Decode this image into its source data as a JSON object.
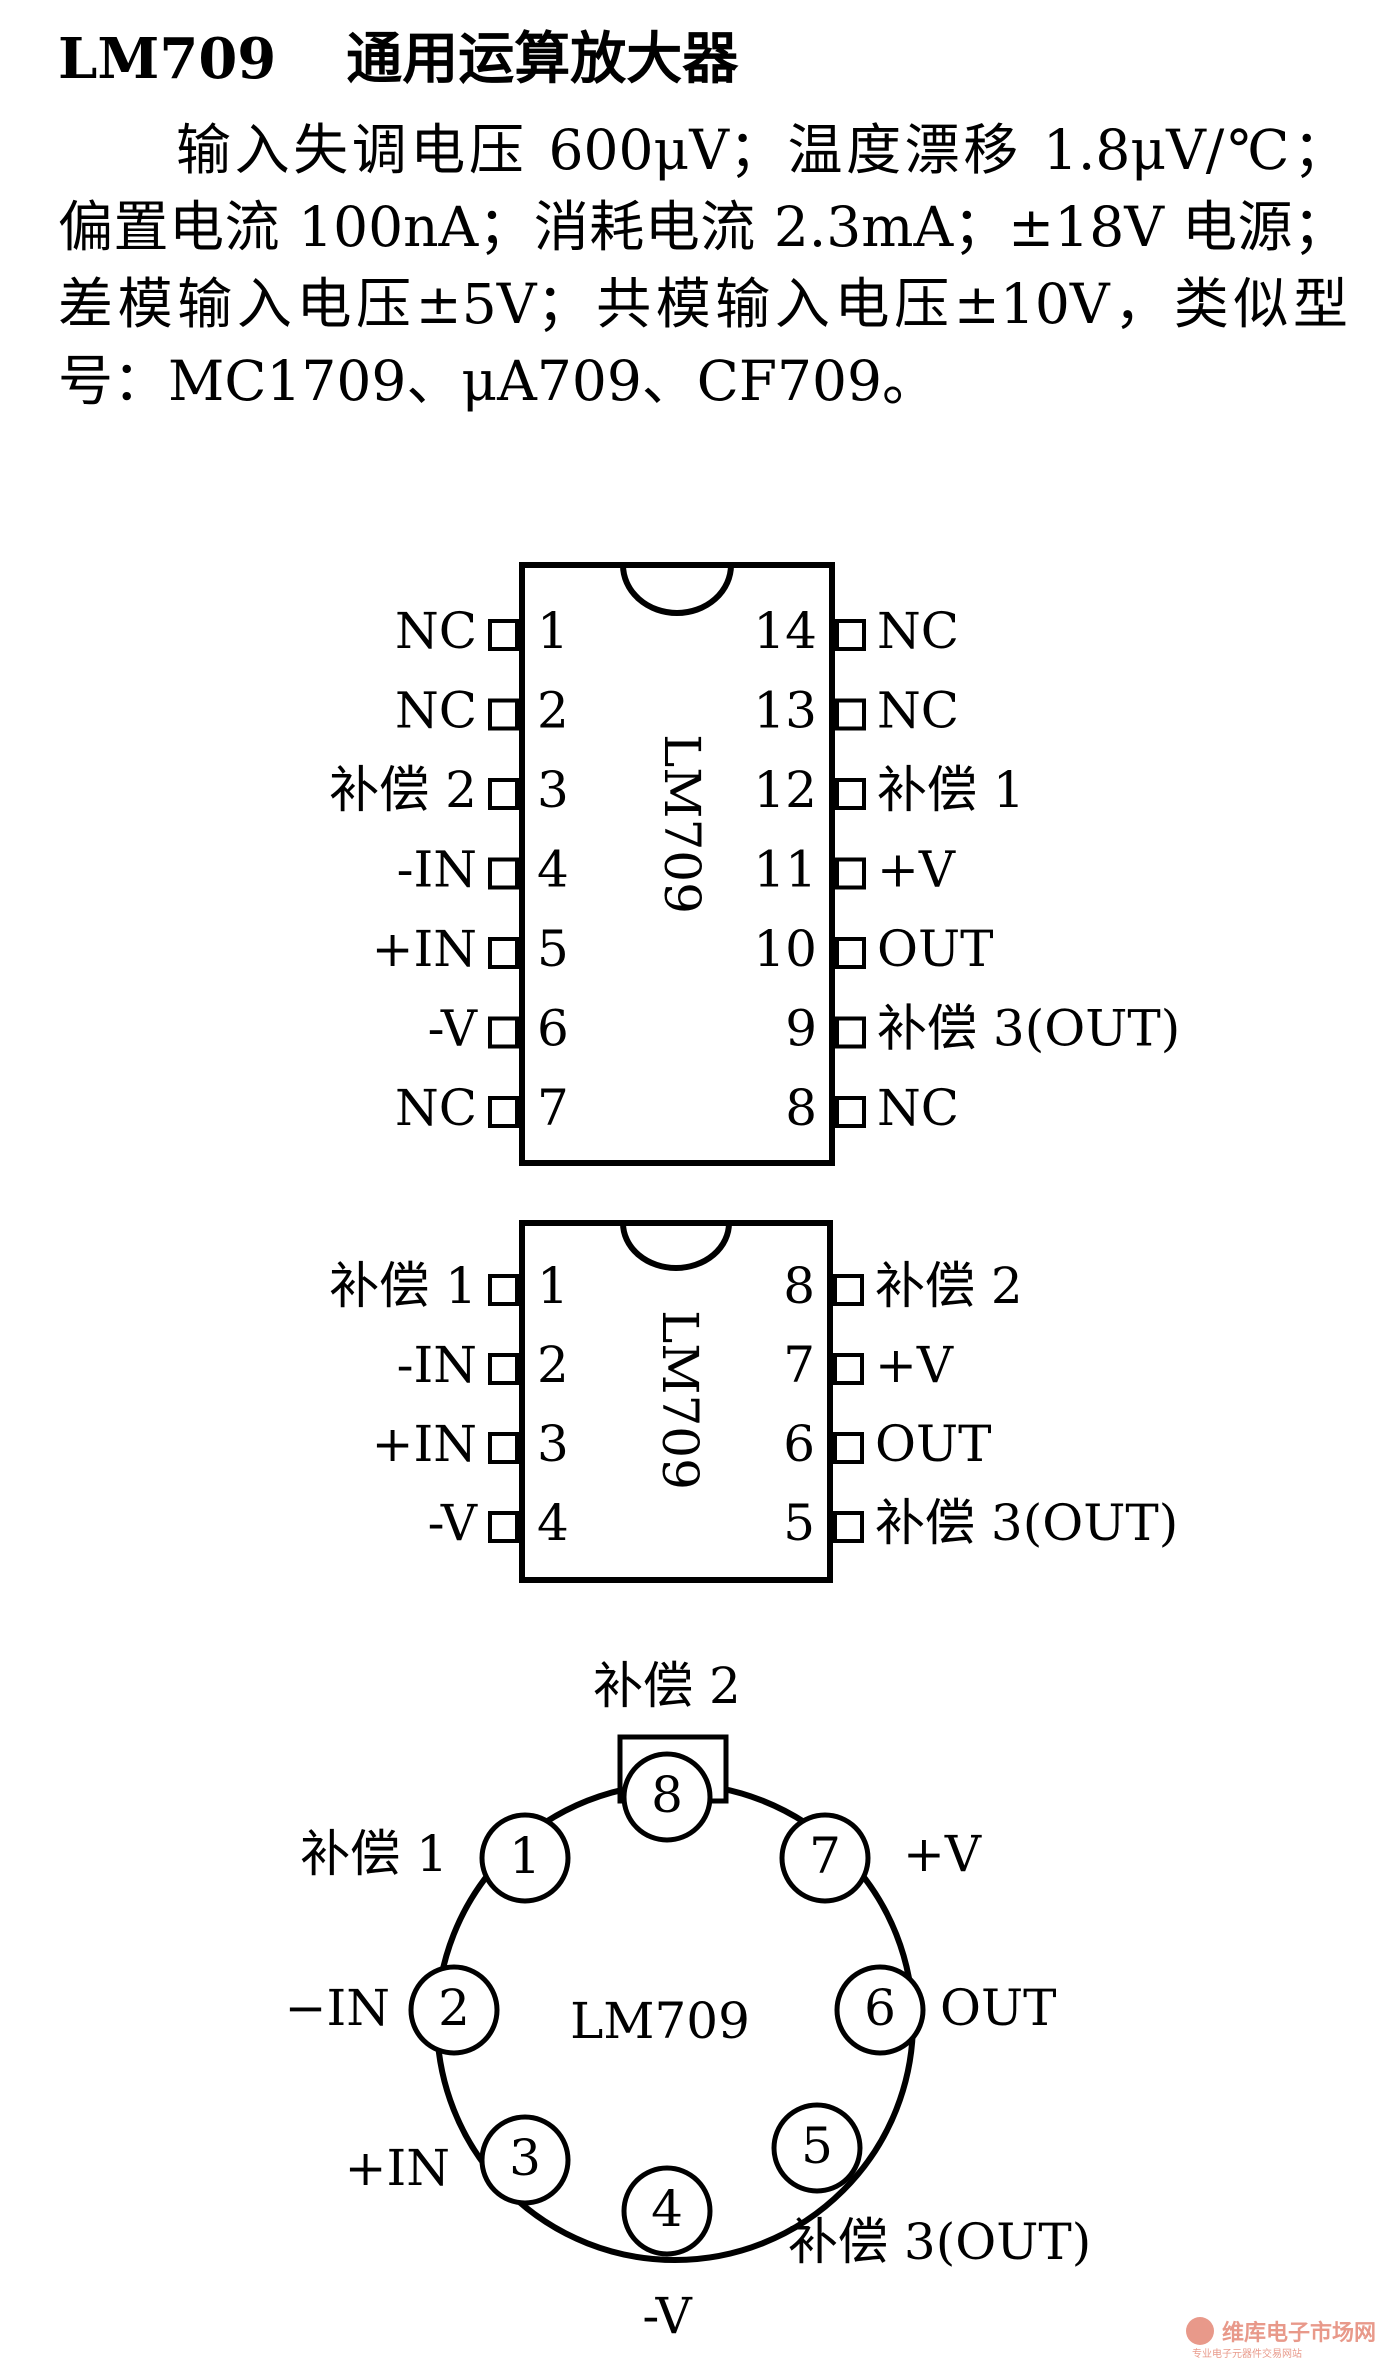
{
  "title": {
    "part": "LM709",
    "name": "通用运算放大器"
  },
  "description": "输入失调电压 600μV；温度漂移 1.8μV/℃；偏置电流 100nA；消耗电流 2.3mA；±18V 电源；差模输入电压±5V；共模输入电压±10V，类似型号：MC1709、μA709、CF709。",
  "dip14": {
    "chip_label": "LM709",
    "left_pins": [
      {
        "num": "1",
        "label": "NC"
      },
      {
        "num": "2",
        "label": "NC"
      },
      {
        "num": "3",
        "label": "补偿 2"
      },
      {
        "num": "4",
        "label": "-IN"
      },
      {
        "num": "5",
        "label": "+IN"
      },
      {
        "num": "6",
        "label": "-V"
      },
      {
        "num": "7",
        "label": "NC"
      }
    ],
    "right_pins": [
      {
        "num": "14",
        "label": "NC"
      },
      {
        "num": "13",
        "label": "NC"
      },
      {
        "num": "12",
        "label": "补偿 1"
      },
      {
        "num": "11",
        "label": "+V"
      },
      {
        "num": "10",
        "label": "OUT"
      },
      {
        "num": "9",
        "label": "补偿 3(OUT)"
      },
      {
        "num": "8",
        "label": "NC"
      }
    ]
  },
  "dip8": {
    "chip_label": "LM709",
    "left_pins": [
      {
        "num": "1",
        "label": "补偿 1"
      },
      {
        "num": "2",
        "label": "-IN"
      },
      {
        "num": "3",
        "label": "+IN"
      },
      {
        "num": "4",
        "label": "-V"
      }
    ],
    "right_pins": [
      {
        "num": "8",
        "label": "补偿 2"
      },
      {
        "num": "7",
        "label": "+V"
      },
      {
        "num": "6",
        "label": "OUT"
      },
      {
        "num": "5",
        "label": "补偿 3(OUT)"
      }
    ]
  },
  "can8": {
    "chip_label": "LM709",
    "pins": [
      {
        "num": "8",
        "label": "补偿 2"
      },
      {
        "num": "1",
        "label": "补偿 1"
      },
      {
        "num": "7",
        "label": "+V"
      },
      {
        "num": "2",
        "label": "−IN"
      },
      {
        "num": "6",
        "label": "OUT"
      },
      {
        "num": "3",
        "label": "+IN"
      },
      {
        "num": "5",
        "label": "补偿 3(OUT)"
      },
      {
        "num": "4",
        "label": "-V"
      }
    ]
  },
  "watermark": {
    "main": "维库电子市场网",
    "sub": "专业电子元器件交易网站"
  }
}
